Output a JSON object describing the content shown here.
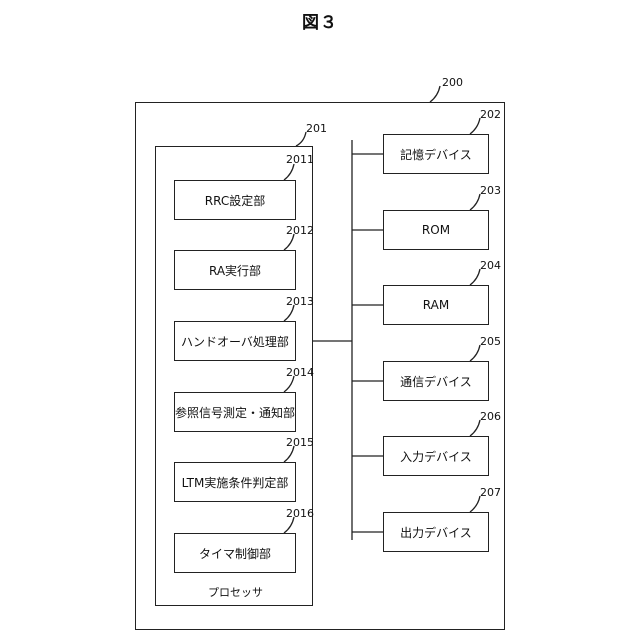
{
  "figure_title": "図３",
  "device": {
    "ref": "200"
  },
  "processor": {
    "ref": "201",
    "caption": "プロセッサ"
  },
  "processor_units": [
    {
      "ref": "2011",
      "label": "RRC設定部"
    },
    {
      "ref": "2012",
      "label": "RA実行部"
    },
    {
      "ref": "2013",
      "label": "ハンドオーバ処理部"
    },
    {
      "ref": "2014",
      "label": "参照信号測定・通知部"
    },
    {
      "ref": "2015",
      "label": "LTM実施条件判定部"
    },
    {
      "ref": "2016",
      "label": "タイマ制御部"
    }
  ],
  "devices": [
    {
      "ref": "202",
      "label": "記憶デバイス"
    },
    {
      "ref": "203",
      "label": "ROM"
    },
    {
      "ref": "204",
      "label": "RAM"
    },
    {
      "ref": "205",
      "label": "通信デバイス"
    },
    {
      "ref": "206",
      "label": "入力デバイス"
    },
    {
      "ref": "207",
      "label": "出力デバイス"
    }
  ]
}
